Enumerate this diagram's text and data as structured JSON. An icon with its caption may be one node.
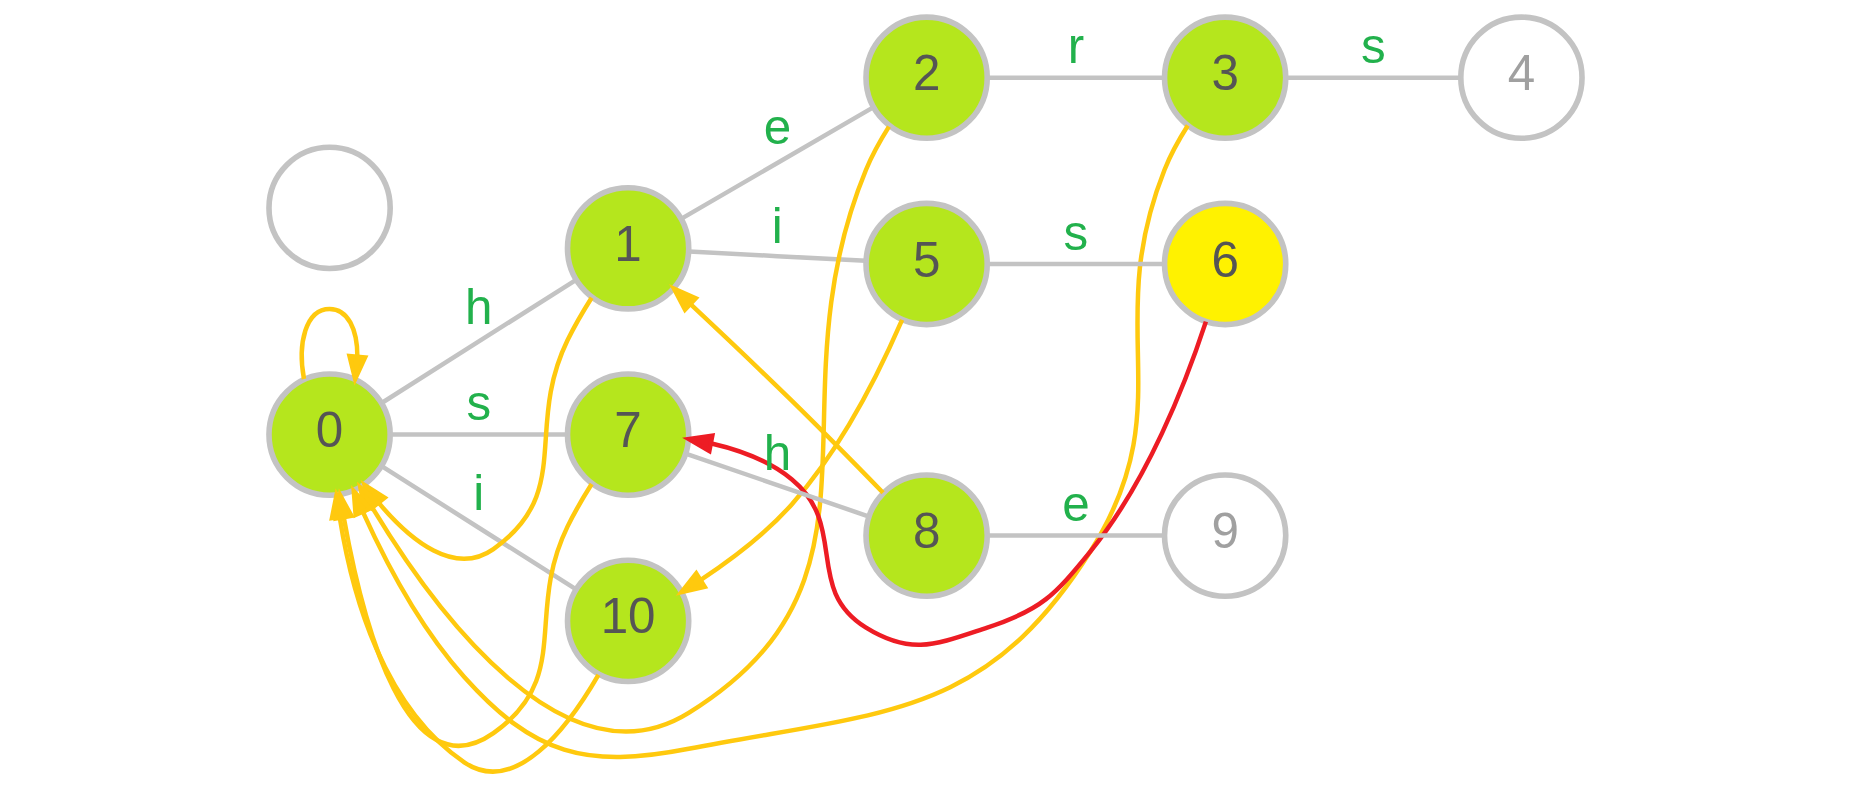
{
  "diagram": {
    "nodes": [
      {
        "text": [
          "0"
        ]
      },
      {
        "text": [
          "1"
        ]
      },
      {
        "text": [
          "2"
        ]
      },
      {
        "text": [
          "3"
        ]
      },
      {
        "text": [
          "4"
        ]
      },
      {
        "text": [
          "5"
        ]
      },
      {
        "text": [
          "6"
        ]
      },
      {
        "text": [
          "7"
        ]
      },
      {
        "text": [
          "8"
        ]
      },
      {
        "text": [
          "9"
        ]
      },
      {
        "text": [
          "10"
        ]
      },
      {
        "text": [],
        "shape": "circle"
      }
    ],
    "edges": [
      {
        "from": 0,
        "to": 1,
        "arrow": "none",
        "label": "h"
      },
      {
        "from": 1,
        "to": 2,
        "arrow": "none",
        "label": "e"
      },
      {
        "from": 2,
        "to": 3,
        "arrow": "none",
        "label": "r"
      },
      {
        "from": 3,
        "to": 4,
        "arrow": "none",
        "label": "s"
      },
      {
        "from": 1,
        "to": 5,
        "arrow": "none",
        "label": "i"
      },
      {
        "from": 5,
        "to": 6,
        "arrow": "none",
        "label": "s"
      },
      {
        "from": 0,
        "to": 7,
        "arrow": "none",
        "label": "s"
      },
      {
        "from": 7,
        "to": 8,
        "arrow": "none",
        "label": "h"
      },
      {
        "from": 8,
        "to": 9,
        "arrow": "none",
        "label": "e"
      },
      {
        "from": 0,
        "to": 10,
        "arrow": "none",
        "label": "i"
      },
      {
        "from": 0,
        "to": 0,
        "arrow": "to",
        "color": "#ffc90e"
      },
      {
        "from": 1,
        "to": 0,
        "arrow": "to",
        "color": "#ffc90e"
      },
      {
        "from": 2,
        "to": 0,
        "arrow": "to",
        "color": "#ffc90e"
      },
      {
        "from": 3,
        "to": 0,
        "arrow": "to",
        "color": "#ffc90e"
      },
      {
        "from": 5,
        "to": 10,
        "arrow": "to",
        "color": "#ffc90e"
      },
      {
        "from": 7,
        "to": 0,
        "arrow": "to",
        "color": "#ffc90e"
      },
      {
        "from": 8,
        "to": 1,
        "arrow": "to",
        "color": "#ffc90e"
      },
      {
        "from": 10,
        "to": 0,
        "arrow": "to",
        "color": "#ffc90e"
      },
      {
        "from": 6,
        "to": 7,
        "arrow": "to",
        "color": "#ed1c24"
      }
    ]
  }
}
